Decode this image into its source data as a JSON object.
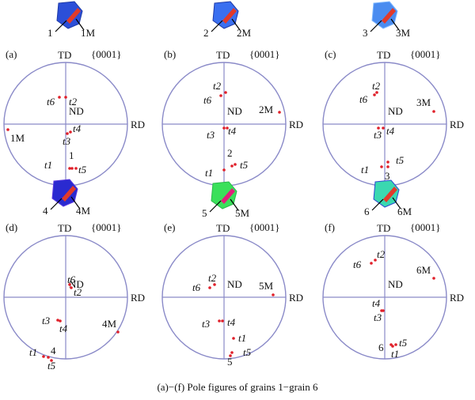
{
  "caption": "(a)−(f) Pole figures of grains 1−grain 6",
  "axis_labels": {
    "top": "TD",
    "right": "RD",
    "center": "ND"
  },
  "plane_label": "{0001}",
  "colors": {
    "circle": "#8a8ac8",
    "point": "#e0202a",
    "leader": "#000000"
  },
  "panels": [
    {
      "id": "(a)",
      "grain_label_parent": "1",
      "grain_label_twin": "1M",
      "grain_colors": [
        "#2c4fd8",
        "#1e3aa8",
        "#e23a2a"
      ],
      "poles": [
        {
          "label": "t6",
          "italic": true
        },
        {
          "label": "t2",
          "italic": true
        },
        {
          "label": "1M",
          "italic": false
        },
        {
          "label": "t4",
          "italic": true
        },
        {
          "label": "t3",
          "italic": true
        },
        {
          "label": "t1",
          "italic": true
        },
        {
          "label": "t5",
          "italic": true
        },
        {
          "label": "1",
          "italic": false
        }
      ]
    },
    {
      "id": "(b)",
      "grain_label_parent": "2",
      "grain_label_twin": "2M",
      "grain_colors": [
        "#3a6ff0",
        "#1e3aa8",
        "#e23a2a"
      ],
      "poles": [
        {
          "label": "t2",
          "italic": true
        },
        {
          "label": "t6",
          "italic": true
        },
        {
          "label": "2M",
          "italic": false
        },
        {
          "label": "t3",
          "italic": true
        },
        {
          "label": "t4",
          "italic": true
        },
        {
          "label": "2",
          "italic": false
        },
        {
          "label": "t1",
          "italic": true
        },
        {
          "label": "t5",
          "italic": true
        }
      ]
    },
    {
      "id": "(c)",
      "grain_label_parent": "3",
      "grain_label_twin": "3M",
      "grain_colors": [
        "#4a8cf0",
        "#7fb8ff",
        "#e23a2a"
      ],
      "poles": [
        {
          "label": "t2",
          "italic": true
        },
        {
          "label": "t6",
          "italic": true
        },
        {
          "label": "3M",
          "italic": false
        },
        {
          "label": "t3",
          "italic": true
        },
        {
          "label": "t4",
          "italic": true
        },
        {
          "label": "t5",
          "italic": true
        },
        {
          "label": "t1",
          "italic": true
        },
        {
          "label": "3",
          "italic": false
        }
      ]
    },
    {
      "id": "(d)",
      "grain_label_parent": "4",
      "grain_label_twin": "4M",
      "grain_colors": [
        "#2a2ad0",
        "#5a3ae0",
        "#e23a2a"
      ],
      "poles": [
        {
          "label": "t6",
          "italic": true
        },
        {
          "label": "t2",
          "italic": true
        },
        {
          "label": "t3",
          "italic": true
        },
        {
          "label": "t4",
          "italic": true
        },
        {
          "label": "4M",
          "italic": false
        },
        {
          "label": "t1",
          "italic": true
        },
        {
          "label": "4",
          "italic": false
        },
        {
          "label": "t5",
          "italic": true
        }
      ]
    },
    {
      "id": "(e)",
      "grain_label_parent": "5",
      "grain_label_twin": "5M",
      "grain_colors": [
        "#3ae05a",
        "#2bb84a",
        "#e0207a"
      ],
      "poles": [
        {
          "label": "t2",
          "italic": true
        },
        {
          "label": "t6",
          "italic": true
        },
        {
          "label": "5M",
          "italic": false
        },
        {
          "label": "t3",
          "italic": true
        },
        {
          "label": "t4",
          "italic": true
        },
        {
          "label": "t1",
          "italic": true
        },
        {
          "label": "t5",
          "italic": true
        },
        {
          "label": "5",
          "italic": false
        }
      ]
    },
    {
      "id": "(f)",
      "grain_label_parent": "6",
      "grain_label_twin": "6M",
      "grain_colors": [
        "#3ad8b0",
        "#2a48d0",
        "#e23a2a"
      ],
      "poles": [
        {
          "label": "t2",
          "italic": true
        },
        {
          "label": "t6",
          "italic": true
        },
        {
          "label": "6M",
          "italic": false
        },
        {
          "label": "t4",
          "italic": true
        },
        {
          "label": "t3",
          "italic": true
        },
        {
          "label": "t5",
          "italic": true
        },
        {
          "label": "6",
          "italic": false
        },
        {
          "label": "t1",
          "italic": true
        }
      ]
    }
  ]
}
